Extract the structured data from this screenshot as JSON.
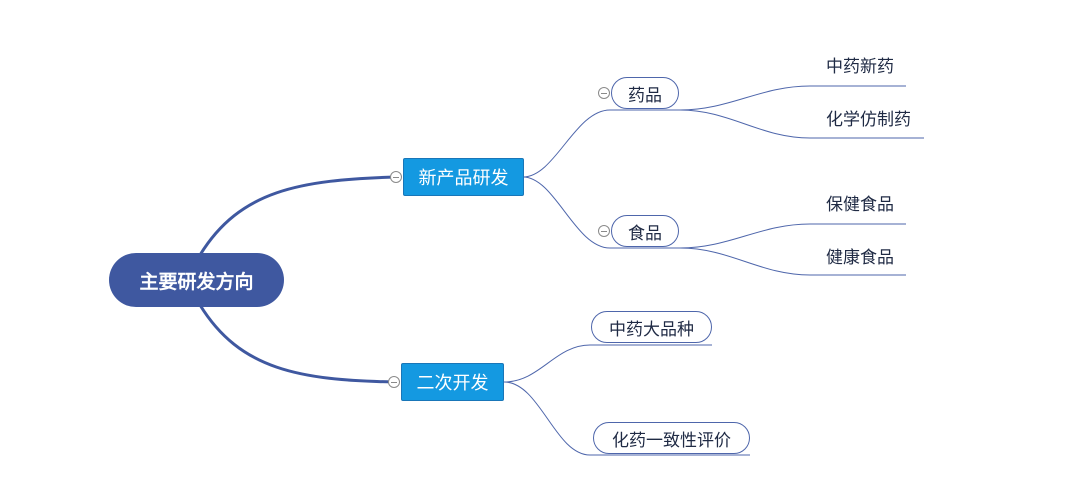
{
  "mindmap": {
    "root": {
      "label": "主要研发方向"
    },
    "branches": [
      {
        "label": "新产品研发",
        "children": [
          {
            "label": "药品",
            "children": [
              "中药新药",
              "化学仿制药"
            ]
          },
          {
            "label": "食品",
            "children": [
              "保健食品",
              "健康食品"
            ]
          }
        ]
      },
      {
        "label": "二次开发",
        "children": [
          {
            "label": "中药大品种"
          },
          {
            "label": "化药一致性评价"
          }
        ]
      }
    ]
  },
  "colors": {
    "root_fill": "#3f58a0",
    "branch_fill": "#1499e1",
    "connector": "#3f58a0",
    "text": "#1f2a44"
  }
}
